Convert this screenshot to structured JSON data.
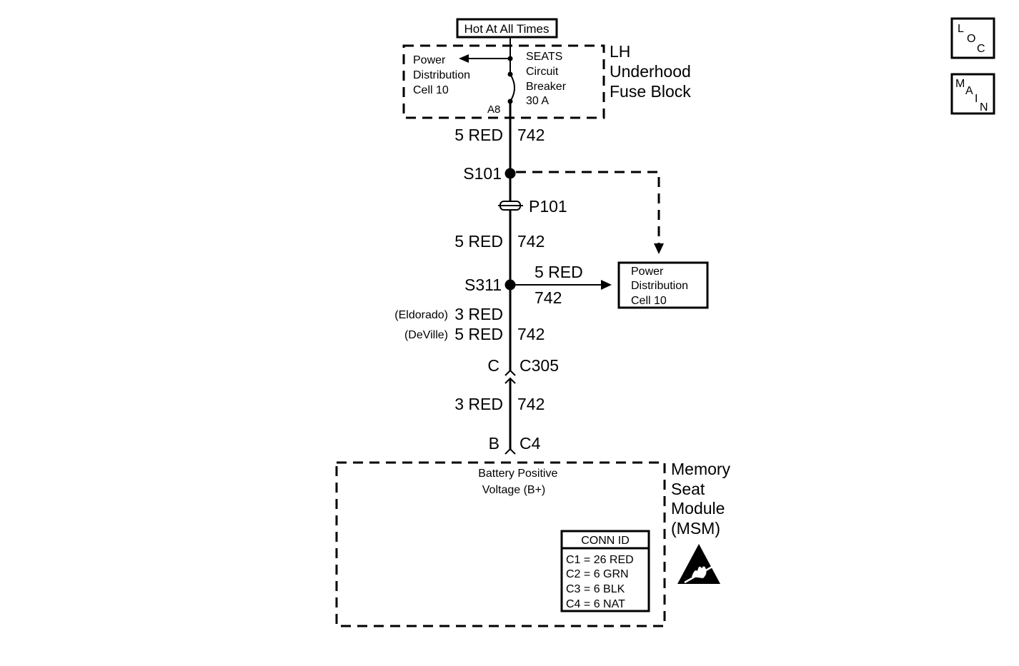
{
  "nav": {
    "loc": [
      "L",
      "O",
      "C"
    ],
    "main": [
      "M",
      "A",
      "I",
      "N"
    ]
  },
  "power_label": "Hot At All Times",
  "fuse_block": {
    "name": [
      "LH",
      "Underhood",
      "Fuse Block"
    ],
    "pdc_label": [
      "Power",
      "Distribution",
      "Cell 10"
    ],
    "breaker_label": [
      "SEATS",
      "Circuit",
      "Breaker",
      "30 A"
    ],
    "terminal": "A8"
  },
  "wires": {
    "w1": {
      "color": "5 RED",
      "circuit": "742"
    },
    "w2": {
      "color": "5 RED",
      "circuit": "742"
    },
    "branch": {
      "color": "5 RED",
      "circuit": "742"
    },
    "w3": {
      "variant1": {
        "model": "(Eldorado)",
        "color": "3 RED"
      },
      "variant2": {
        "model": "(DeVille)",
        "color": "5 RED"
      },
      "circuit": "742"
    },
    "w4": {
      "color": "3 RED",
      "circuit": "742"
    }
  },
  "splices": {
    "s101": "S101",
    "s311": "S311"
  },
  "connector_p101": "P101",
  "connector_c305": {
    "pin": "C",
    "name": "C305"
  },
  "connector_c4": {
    "pin": "B",
    "name": "C4"
  },
  "pdc_box": [
    "Power",
    "Distribution",
    "Cell 10"
  ],
  "module": {
    "name": [
      "Memory",
      "Seat",
      "Module",
      "(MSM)"
    ],
    "input_label": [
      "Battery Positive",
      "Voltage (B+)"
    ]
  },
  "conn_id": {
    "title": "CONN ID",
    "rows": [
      "C1 = 26 RED",
      "C2 = 6 GRN",
      "C3 = 6 BLK",
      "C4 = 6 NAT"
    ]
  }
}
